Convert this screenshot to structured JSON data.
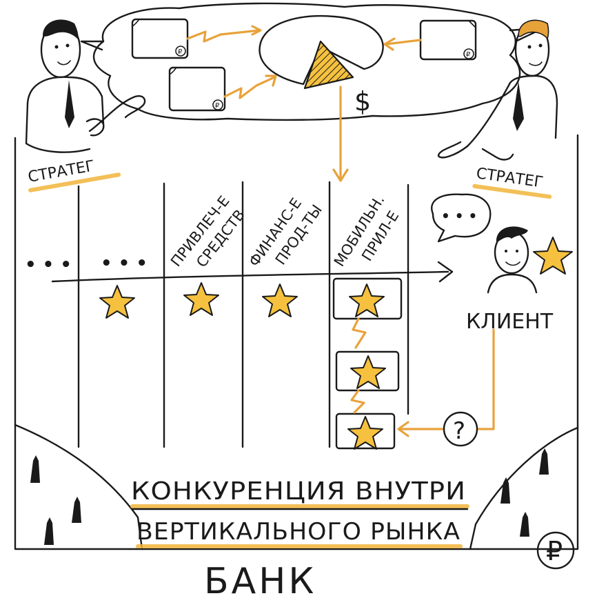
{
  "labels": {
    "strategist_left": "СТРАТЕГ",
    "strategist_right": "СТРАТЕГ",
    "client": "КЛИЕНТ",
    "title_line1": "КОНКУРЕНЦИЯ  ВНУТРИ",
    "title_line2": "ВЕРТИКАЛЬНОГО РЫНКА",
    "bank": "БАНК",
    "dollar": "$",
    "ruble": "₽",
    "question": "?"
  },
  "columns": [
    {
      "line1": "• • •",
      "line2": ""
    },
    {
      "line1": "• • •",
      "line2": ""
    },
    {
      "line1": "ПРИВЛЕЧ-Е",
      "line2": "СРЕДСТВ"
    },
    {
      "line1": "ФИНАНС-Е",
      "line2": "ПРОД-ТЫ"
    },
    {
      "line1": "МОБИЛЬН.",
      "line2": "ПРИЛ-Е"
    }
  ],
  "left_dots": "• • •",
  "speech_dots": "• • •",
  "colors": {
    "accent": "#e8a23a",
    "star": "#f5c13e",
    "ink": "#1a1a1a"
  }
}
